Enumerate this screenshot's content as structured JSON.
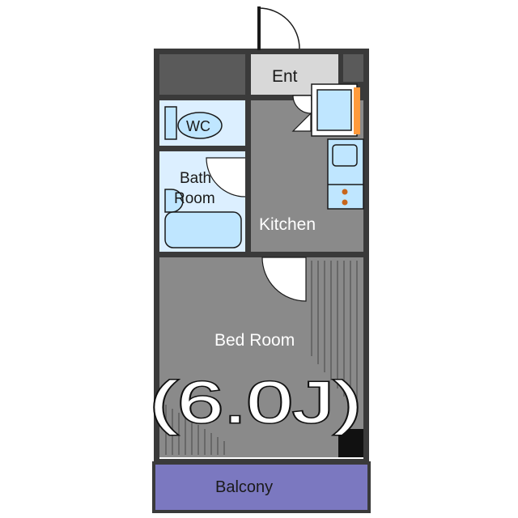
{
  "floorplan": {
    "rooms": {
      "entrance": "Ent",
      "wc": "WC",
      "bath_line1": "Bath",
      "bath_line2": "Room",
      "kitchen": "Kitchen",
      "bedroom": "Bed Room",
      "bedroom_size": "(6.0J)",
      "balcony": "Balcony"
    },
    "colors": {
      "wall": "#3a3a3a",
      "floor": "#8a8a8a",
      "wet_area": "#dcefff",
      "fixture": "#bfe6ff",
      "entrance": "#d8d8d8",
      "balcony": "#7b78c0",
      "door_accent": "#ff9a3c"
    }
  }
}
